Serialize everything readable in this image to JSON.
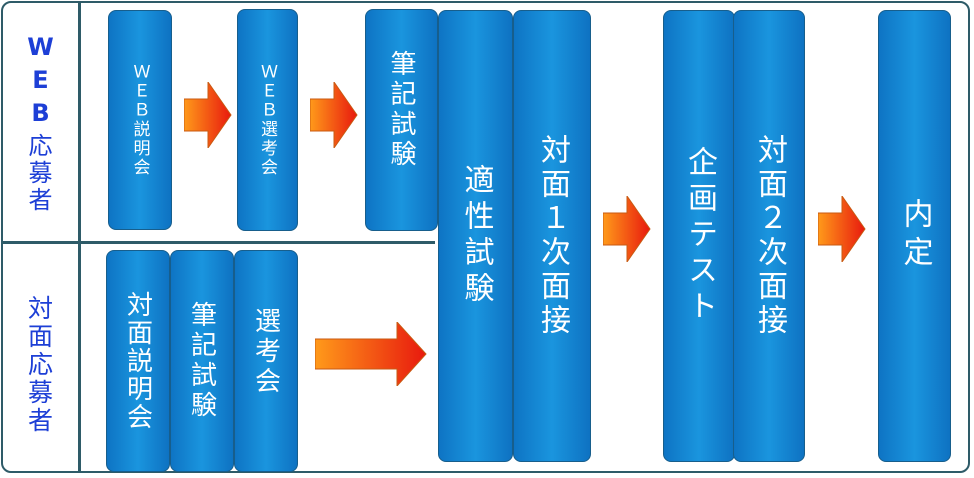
{
  "left_labels": {
    "web": {
      "latin": [
        "W",
        "E",
        "B"
      ],
      "kanji": [
        "応",
        "募",
        "者"
      ]
    },
    "face": {
      "chars": [
        "対",
        "面",
        "応",
        "募",
        "者"
      ]
    }
  },
  "steps": {
    "web_seminar": "ＷＥＢ説明会",
    "web_selection": "ＷＥＢ選考会",
    "web_written": "筆記試験",
    "face_seminar": "対面説明会",
    "face_written": "筆記試験",
    "face_selection": "選考会",
    "aptitude": "適性試験",
    "interview1": "対面１次面接",
    "planning_test": "企画テスト",
    "interview2": "対面２次面接",
    "offer": "内定"
  },
  "colors": {
    "box_dark": "#0e74c4",
    "box_light": "#1a95de",
    "label_text": "#1d3fd6",
    "arrow_start": "#ff9a1a",
    "arrow_end": "#e8190e",
    "frame": "#2e5b68"
  }
}
